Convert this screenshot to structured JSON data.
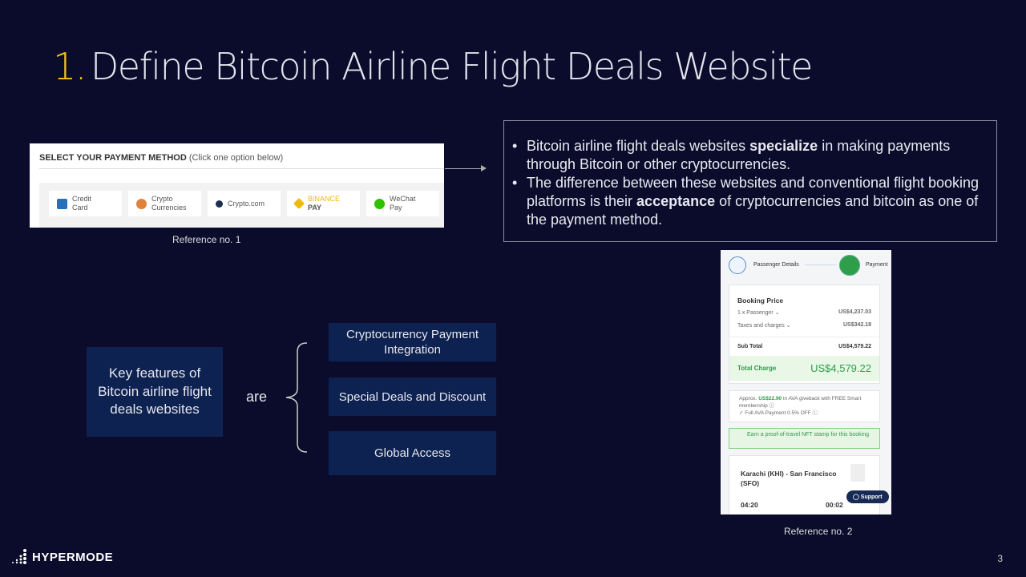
{
  "title": {
    "number": "1.",
    "text": "Define Bitcoin Airline Flight Deals Website"
  },
  "payment": {
    "heading": "SELECT YOUR PAYMENT METHOD",
    "hint": "(Click one option below)",
    "options": [
      {
        "l1": "Credit",
        "l2": "Card"
      },
      {
        "l1": "Crypto",
        "l2": "Currencies"
      },
      {
        "l1": "Crypto.com",
        "l2": ""
      },
      {
        "l1": "BINANCE",
        "l2": "PAY"
      },
      {
        "l1": "WeChat",
        "l2": "Pay"
      }
    ]
  },
  "ref1": "Reference no. 1",
  "ref2": "Reference no. 2",
  "info": {
    "b1_pre": "Bitcoin airline flight deals websites ",
    "b1_bold": "specialize",
    "b1_post": " in making payments through  Bitcoin or other cryptocurrencies.",
    "b2_pre": "The difference between these websites and conventional  flight booking platforms is their ",
    "b2_bold": "acceptance",
    "b2_post": " of cryptocurrencies and bitcoin as one of the payment method."
  },
  "features": {
    "lead": "Key features of Bitcoin airline flight deals websites",
    "connector": "are",
    "items": [
      "Cryptocurrency Payment Integration",
      "Special Deals and Discount",
      "Global Access"
    ]
  },
  "booking": {
    "step1": "Passenger Details",
    "step2": "Payment",
    "price_title": "Booking Price",
    "passenger": "1 x Passenger ⌄",
    "passenger_val": "US$4,237.03",
    "taxes": "Taxes and charges ⌄",
    "taxes_val": "US$342.18",
    "subtotal": "Sub Total",
    "subtotal_val": "US$4,579.22",
    "total": "Total Charge",
    "total_val": "US$4,579.22",
    "give_pre": "Approx. ",
    "give_amt": "US$22.90",
    "give_post": " in AVA giveback with FREE Smart membership ⓘ",
    "full": "✓ Full AVA Payment 0.5% OFF ⓘ",
    "nft": "Earn a proof-of-travel NFT stamp for this booking",
    "route": "Karachi (KHI) - San Francisco (SFO)",
    "dep": "04:20",
    "arr": "00:02",
    "support": "Support"
  },
  "brand": "HYPERMODE",
  "page_number": "3",
  "colors": {
    "bg": "#0b0c2c",
    "accent": "#f5c518",
    "box": "#0d2250",
    "green": "#2e9e4a"
  }
}
